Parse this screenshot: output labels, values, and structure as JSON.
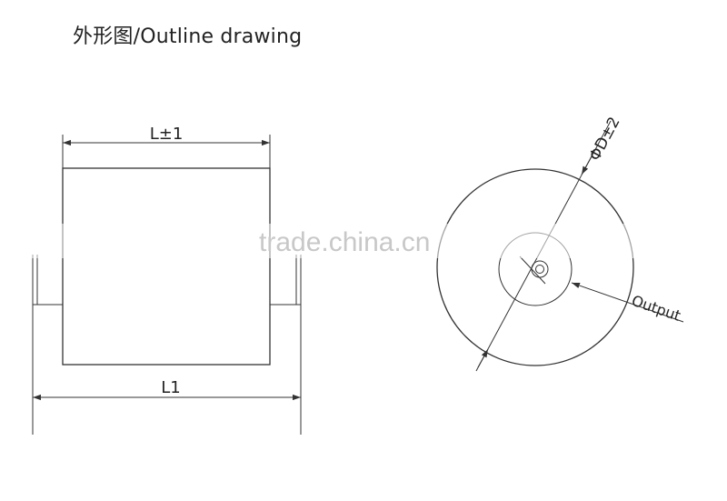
{
  "title": "外形图/Outline drawing",
  "side_view": {
    "length_label": "L±1",
    "overall_length_label": "L1"
  },
  "end_view": {
    "diameter_label": "ΦD±2",
    "output_label": "Output"
  },
  "watermark": "trade.china.cn",
  "colors": {
    "line": "#333333",
    "watermark": "#c8c8c8"
  }
}
